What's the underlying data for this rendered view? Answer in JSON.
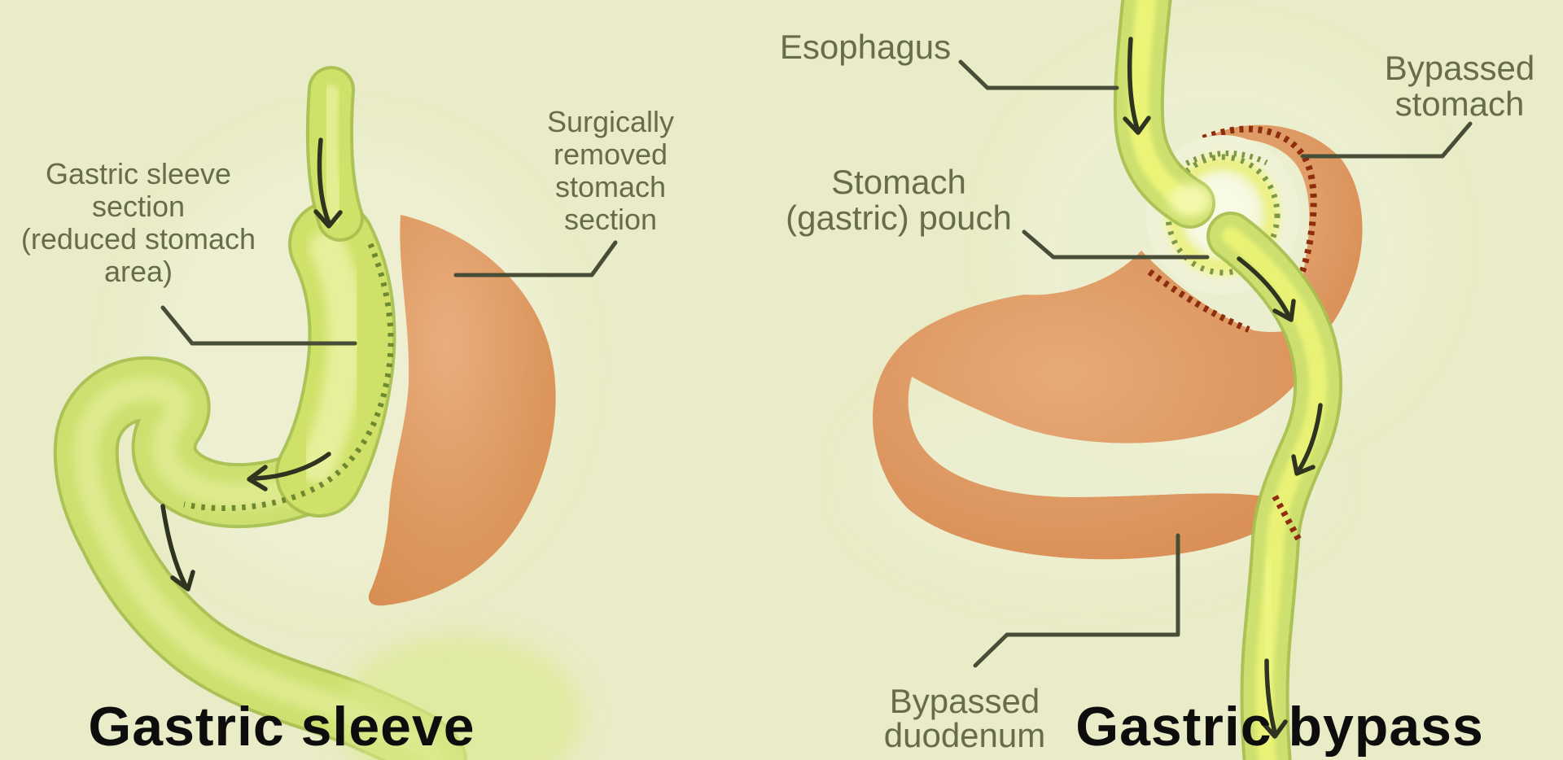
{
  "colors": {
    "background": "#e9ecc6",
    "halo": "#f0f2d8",
    "label_text": "#686d49",
    "leader_line": "#474d37",
    "title_text": "#0d0d0d",
    "organ_orange": "#de9a62",
    "organ_orange_edge": "#d78d50",
    "organ_orange_light": "#e9ae7e",
    "tube_green": "#cde06f",
    "tube_green_edge": "#a9c050",
    "tube_core": "#e6f09b",
    "tube_core_bright": "#ecf478",
    "staple_green": "#6d8830",
    "staple_red": "#8d2d0e",
    "arrow": "#2e3420",
    "pouch_fill": "#f2f5d2",
    "pouch_glow": "#e9ef6e"
  },
  "left_diagram": {
    "title": "Gastric sleeve",
    "labels": {
      "sleeve_section": {
        "line1": "Gastric sleeve",
        "line2": "section",
        "line3": "(reduced stomach",
        "line4": "area)"
      },
      "removed_section": {
        "line1": "Surgically",
        "line2": "removed",
        "line3": "stomach",
        "line4": "section"
      }
    }
  },
  "right_diagram": {
    "title": "Gastric bypass",
    "labels": {
      "esophagus": "Esophagus",
      "bypassed_stomach": {
        "line1": "Bypassed",
        "line2": "stomach"
      },
      "gastric_pouch": {
        "line1": "Stomach",
        "line2": "(gastric) pouch"
      },
      "bypassed_duodenum": {
        "line1": "Bypassed",
        "line2": "duodenum"
      }
    }
  }
}
